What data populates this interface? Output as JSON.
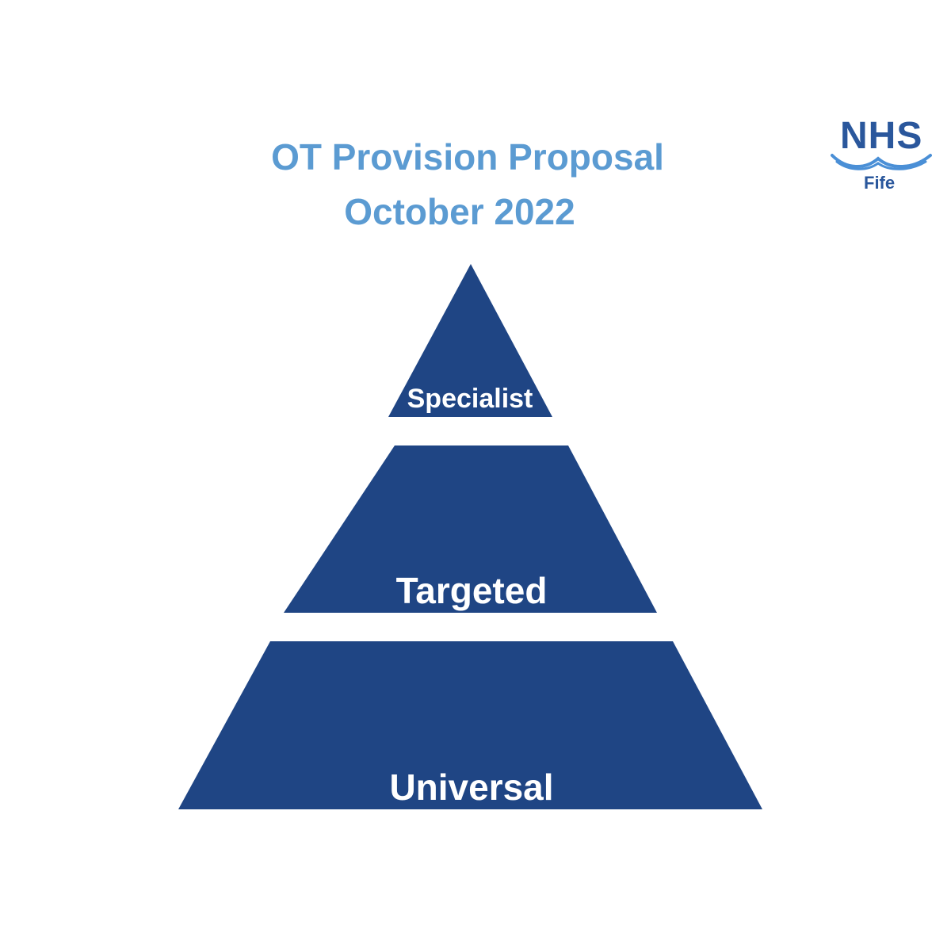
{
  "title": {
    "line1": "OT Provision Proposal",
    "line2": "October 2022"
  },
  "logo": {
    "brand": "NHS",
    "region": "Fife"
  },
  "pyramid": {
    "tiers": [
      {
        "label": "Specialist"
      },
      {
        "label": "Targeted"
      },
      {
        "label": "Universal"
      }
    ]
  },
  "colors": {
    "title": "#5b9bd2",
    "tier_fill": "#1f4584",
    "logo": "#2a579c",
    "logo_waves": "#4a8fd6"
  }
}
